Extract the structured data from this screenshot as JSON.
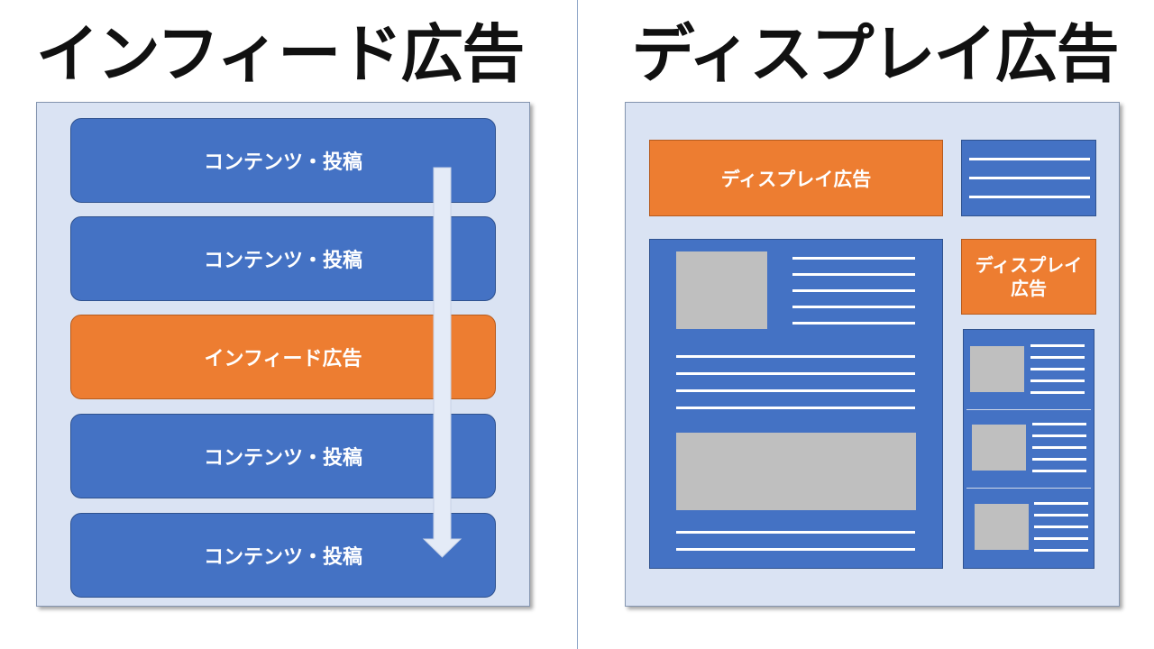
{
  "left": {
    "title": "インフィード広告",
    "feed_items": [
      "コンテンツ・投稿",
      "コンテンツ・投稿",
      "インフィード広告",
      "コンテンツ・投稿",
      "コンテンツ・投稿"
    ]
  },
  "right": {
    "title": "ディスプレイ広告",
    "banner_top": "ディスプレイ広告",
    "banner_side": "ディスプレイ広告"
  },
  "colors": {
    "content_blue": "#4472c4",
    "ad_orange": "#ed7d31",
    "panel_bg": "#dae3f3",
    "placeholder_gray": "#bfbfbf"
  }
}
